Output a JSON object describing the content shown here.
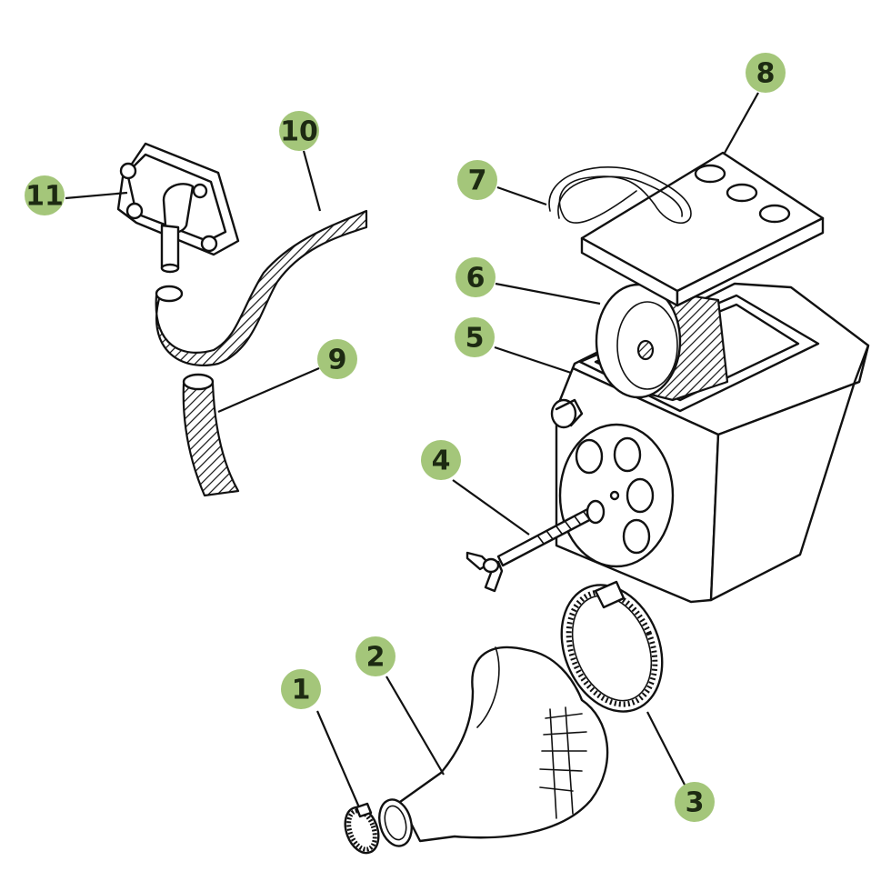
{
  "callouts": [
    {
      "id": "1",
      "label": "1"
    },
    {
      "id": "2",
      "label": "2"
    },
    {
      "id": "3",
      "label": "3"
    },
    {
      "id": "4",
      "label": "4"
    },
    {
      "id": "5",
      "label": "5"
    },
    {
      "id": "6",
      "label": "6"
    },
    {
      "id": "7",
      "label": "7"
    },
    {
      "id": "8",
      "label": "8"
    },
    {
      "id": "9",
      "label": "9"
    },
    {
      "id": "10",
      "label": "10"
    },
    {
      "id": "11",
      "label": "11"
    }
  ],
  "colors": {
    "callout_fill": "#a4c67a",
    "callout_text": "#1d2a12",
    "line": "#111111"
  }
}
